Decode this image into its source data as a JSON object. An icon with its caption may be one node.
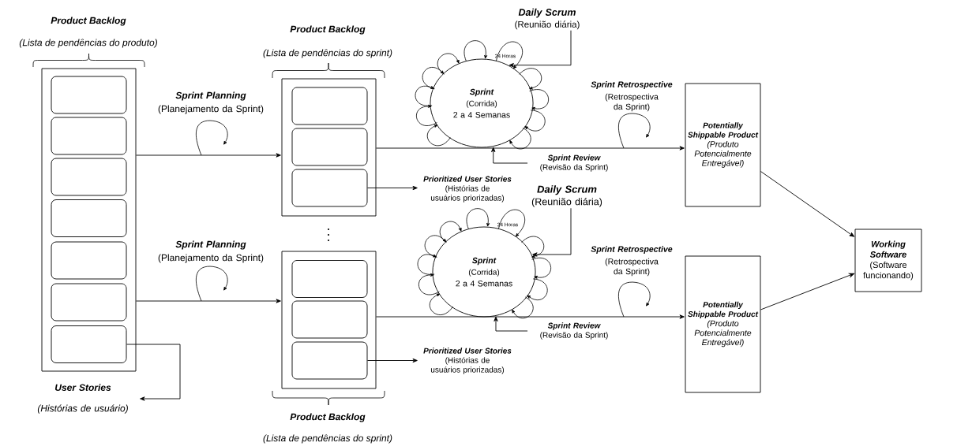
{
  "diagram": {
    "nodes": [
      {
        "text": [
          "Product Backlog",
          "(Lista de pendências do produto)"
        ]
      },
      {
        "text": [],
        "shape": "box",
        "in": 0
      },
      {
        "text": [],
        "shape": "box",
        "in": 0
      },
      {
        "text": [],
        "shape": "box",
        "in": 0
      },
      {
        "text": [],
        "shape": "box",
        "in": 0
      },
      {
        "text": [],
        "shape": "box",
        "in": 0
      },
      {
        "text": [],
        "shape": "box",
        "in": 0
      },
      {
        "text": [],
        "shape": "box",
        "in": 0
      },
      {
        "text": [
          "User Stories",
          "(Histórias de usuário)"
        ]
      },
      {
        "text": [
          "Product Backlog",
          "(Lista de pendências do sprint)"
        ]
      },
      {
        "text": [],
        "shape": "box",
        "in": 9
      },
      {
        "text": [],
        "shape": "box",
        "in": 9
      },
      {
        "text": [],
        "shape": "box",
        "in": 9
      },
      {
        "text": [
          "Product Backlog",
          "(Lista de pendências do sprint)"
        ]
      },
      {
        "text": [],
        "shape": "box",
        "in": 13
      },
      {
        "text": [],
        "shape": "box",
        "in": 13
      },
      {
        "text": [],
        "shape": "box",
        "in": 13
      },
      {
        "text": [
          "Prioritized User Stories",
          "(Histórias de usuários priorizadas)"
        ]
      },
      {
        "text": [
          "Prioritized User Stories",
          "(Histórias de usuários priorizadas)"
        ]
      },
      {
        "text": [
          "Daily Scrum",
          "(Reunião diária)"
        ]
      },
      {
        "text": [
          "Sprint",
          "(Corrida)",
          "2 a 4 Semanas"
        ],
        "beside": [
          "24 Horas"
        ]
      },
      {
        "text": [
          "Sprint Review",
          "(Revisão da Sprint)"
        ]
      },
      {
        "text": [
          "Potentially Shippable Product",
          "(Produto Potencialmente Entregável)"
        ]
      },
      {
        "text": [
          "Daily Scrum",
          "(Reunião diária)"
        ]
      },
      {
        "text": [
          "Sprint",
          "(Corrida)",
          "2 a 4 Semanas"
        ],
        "beside": [
          "24 Horas"
        ]
      },
      {
        "text": [
          "Sprint Review",
          "(Revisão da Sprint)"
        ]
      },
      {
        "text": [
          "Potentially Shippable Product",
          "(Produto Potencialmente Entregável)"
        ]
      },
      {
        "text": [
          "Working Software",
          "(Software funcionando)"
        ]
      }
    ],
    "edges": [
      {
        "from": 0,
        "to": 9,
        "arrow": "to"
      },
      {
        "from": 0,
        "to": 13,
        "arrow": "to"
      },
      {
        "from": 7,
        "to": 8,
        "arrow": "to"
      },
      {
        "from": 12,
        "to": 17,
        "arrow": "to"
      },
      {
        "from": 16,
        "to": 18,
        "arrow": "to"
      },
      {
        "from": 9,
        "to": 22,
        "arrow": "to"
      },
      {
        "from": 13,
        "to": 26,
        "arrow": "to"
      },
      {
        "from": 19,
        "to": 20,
        "arrow": "to"
      },
      {
        "from": 21,
        "to": 20,
        "arrow": "to"
      },
      {
        "from": 23,
        "to": 24,
        "arrow": "to"
      },
      {
        "from": 25,
        "to": 24,
        "arrow": "to"
      },
      {
        "from": 22,
        "to": 27,
        "arrow": "to"
      },
      {
        "from": 26,
        "to": 27,
        "arrow": "to"
      }
    ],
    "labels": [
      "Sprint Planning",
      "(Planejamento da Sprint)",
      "Sprint Retrospective",
      "(Retrospectiva da Sprint)",
      "Sprint Planning",
      "(Planejamento da Sprint)",
      "Sprint Retrospective",
      "(Retrospectiva da Sprint)"
    ]
  }
}
